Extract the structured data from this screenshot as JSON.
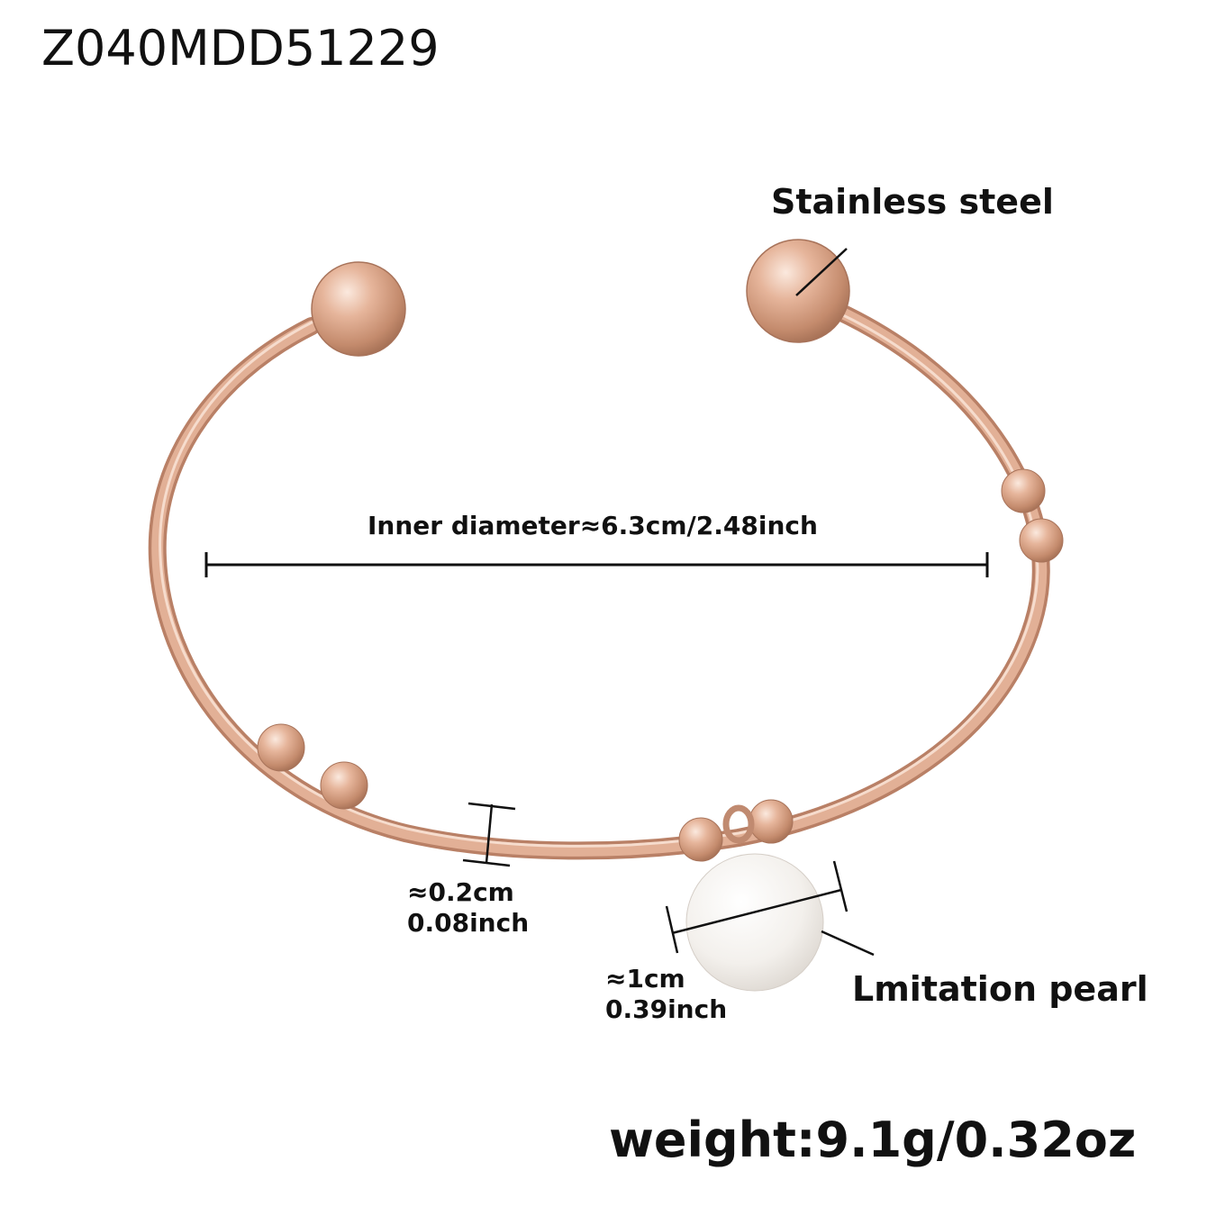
{
  "product": {
    "code": "Z040MDD51229"
  },
  "labels": {
    "material": "Stainless steel",
    "inner_diameter": "Inner diameter≈6.3cm/2.48inch",
    "wire_thickness_cm": "≈0.2cm",
    "wire_thickness_inch": "0.08inch",
    "pearl_size_cm": "≈1cm",
    "pearl_size_inch": "0.39inch",
    "pearl": "Lmitation pearl",
    "weight": "weight:9.1g/0.32oz"
  },
  "colors": {
    "metal": "#d8a48a",
    "metal_dark": "#b97e62",
    "metal_light": "#f6dccd",
    "pearl": "#f4f1ee",
    "line": "#111111"
  }
}
